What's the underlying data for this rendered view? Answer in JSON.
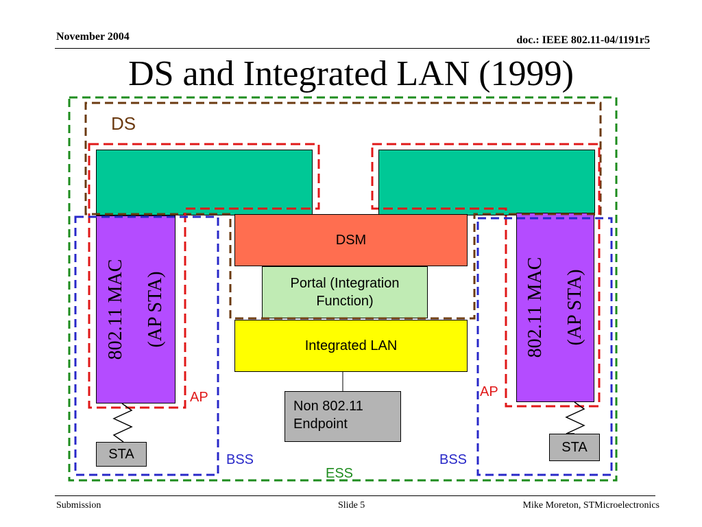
{
  "header": {
    "date": "November 2004",
    "doc_id": "doc.: IEEE 802.11-04/1191r5"
  },
  "title": "DS and Integrated LAN (1999)",
  "diagram": {
    "ds_label": "DS",
    "dsm_label": "DSM",
    "portal_label": "Portal (Integration Function)",
    "integrated_lan_label": "Integrated LAN",
    "endpoint_label_line1": "Non 802.11",
    "endpoint_label_line2": "Endpoint",
    "mac_left_line1": "802.11 MAC",
    "mac_left_line2": "(AP STA)",
    "mac_right_line1": "802.11 MAC",
    "mac_right_line2": "(AP STA)",
    "ap_left_label": "AP",
    "ap_right_label": "AP",
    "sta_left_label": "STA",
    "sta_right_label": "STA",
    "bss_left_label": "BSS",
    "bss_right_label": "BSS",
    "ess_label": "ESS",
    "colors": {
      "teal": "#00C896",
      "purple": "#B44CFF",
      "dsm": "#FF6E50",
      "portal": "#C0EBB4",
      "integrated_lan": "#FFFF00",
      "gray": "#B4B4B4",
      "ds_border": "#6B3A10",
      "ap_border": "#E01818",
      "bss_border": "#2828C8",
      "ess_border": "#1E8C1E"
    }
  },
  "footer": {
    "left": "Submission",
    "center": "Slide 5",
    "right": "Mike Moreton, STMicroelectronics"
  }
}
